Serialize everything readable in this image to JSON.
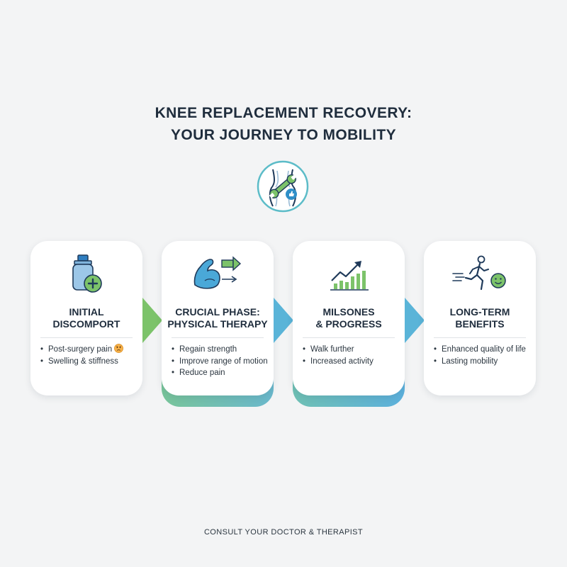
{
  "title": {
    "line1": "KNEE REPLACEMENT RECOVERY:",
    "line2": "YOUR JOURNEY TO MOBILITY"
  },
  "hero_icon": "knee-joint-wrench-icon",
  "colors": {
    "green": "#7cc36a",
    "teal": "#6dbfae",
    "blue": "#4aa8d8",
    "navy": "#1f3a5a",
    "text": "#1f2d3d"
  },
  "steps": [
    {
      "title": "INITIAL\nDISCOMPORT",
      "icon": "medicine-bottle-icon",
      "bullets": [
        "Post-surgery pain",
        "Swelling & stiffness"
      ],
      "bullet_icon": "worried-face-icon"
    },
    {
      "title": "CRUCIAL PHASE:\nPHYSICAL THERAPY",
      "icon": "flexed-bicep-icon",
      "bullets": [
        "Regain strength",
        "Improve range of motion",
        "Reduce pain"
      ]
    },
    {
      "title": "MILSONES\n& PROGRESS",
      "icon": "rising-chart-icon",
      "bullets": [
        "Walk further",
        "Increased activity"
      ]
    },
    {
      "title": "LONG-TERM\nBENEFITS",
      "icon": "running-person-icon",
      "bullets": [
        "Enhanced quality of life",
        "Lasting mobility"
      ]
    }
  ],
  "footer": "CONSULT YOUR DOCTOR & THERAPIST"
}
